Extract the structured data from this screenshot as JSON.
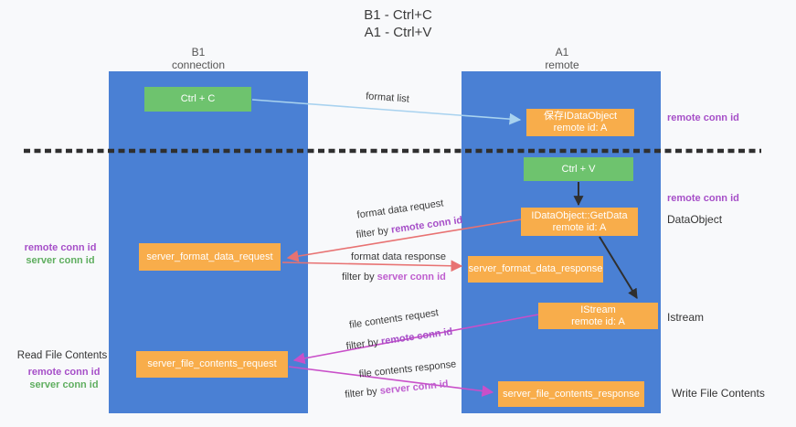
{
  "title": {
    "line1": "B1 - Ctrl+C",
    "line2": "A1 - Ctrl+V"
  },
  "columns": {
    "left": {
      "name": "B1",
      "role": "connection"
    },
    "right": {
      "name": "A1",
      "role": "remote"
    }
  },
  "nodes": {
    "ctrl_c": {
      "label": "Ctrl + C"
    },
    "ctrl_v": {
      "label": "Ctrl + V"
    },
    "save_dataobject": {
      "line1": "保存IDataObject",
      "line2": "remote id: A"
    },
    "getdata": {
      "line1": "IDataObject::GetData",
      "line2": "remote id: A"
    },
    "istream": {
      "line1": "IStream",
      "line2": "remote id: A"
    },
    "server_format_data_request": {
      "label": "server_format_data_request"
    },
    "server_format_data_response": {
      "label": "server_format_data_response"
    },
    "server_file_contents_request": {
      "label": "server_file_contents_request"
    },
    "server_file_contents_response": {
      "label": "server_file_contents_response"
    }
  },
  "arrow_labels": {
    "format_list": "format list",
    "format_data_request": "format data request",
    "format_data_response": "format data response",
    "file_contents_request": "file contents request",
    "file_contents_response": "file contents response",
    "filter_by": "filter by ",
    "remote_conn_id": "remote conn id",
    "server_conn_id": "server conn id"
  },
  "side_labels": {
    "remote_conn_id": "remote conn id",
    "server_conn_id": "server conn id",
    "dataobject": "DataObject",
    "istream": "Istream",
    "read_file_contents": "Read File Contents",
    "write_file_contents": "Write File Contents"
  },
  "colors": {
    "column_blue": "#4a80d4",
    "node_orange": "#f8ad4b",
    "node_green": "#6ec36e",
    "arrow_light_blue": "#a8d2ef",
    "arrow_red": "#e87272",
    "arrow_magenta": "#c94fc9",
    "arrow_black": "#2f2f2f",
    "remote_conn_purple": "#a64fc8",
    "server_conn_green": "#5fae5f",
    "filter_conn_orchid": "#bf5ecf"
  }
}
